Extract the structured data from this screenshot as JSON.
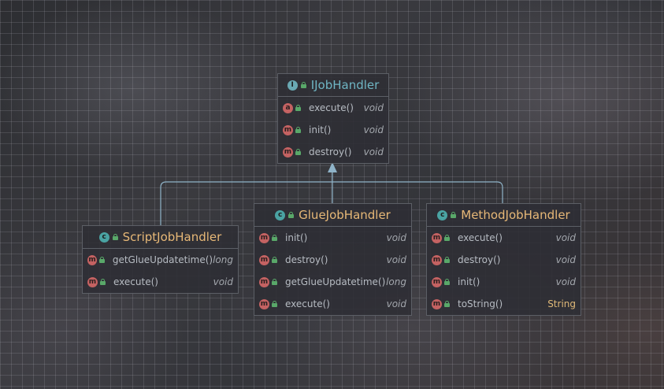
{
  "diagram": {
    "interface": {
      "name": "IJobHandler",
      "badge": "I",
      "methods": [
        {
          "badge": "a",
          "name": "execute()",
          "type": "void"
        },
        {
          "badge": "m",
          "name": "init()",
          "type": "void"
        },
        {
          "badge": "m",
          "name": "destroy()",
          "type": "void"
        }
      ]
    },
    "classes": [
      {
        "name": "ScriptJobHandler",
        "badge": "c",
        "methods": [
          {
            "badge": "m",
            "name": "getGlueUpdatetime()",
            "type": "long"
          },
          {
            "badge": "m",
            "name": "execute()",
            "type": "void"
          }
        ]
      },
      {
        "name": "GlueJobHandler",
        "badge": "c",
        "methods": [
          {
            "badge": "m",
            "name": "init()",
            "type": "void"
          },
          {
            "badge": "m",
            "name": "destroy()",
            "type": "void"
          },
          {
            "badge": "m",
            "name": "getGlueUpdatetime()",
            "type": "long"
          },
          {
            "badge": "m",
            "name": "execute()",
            "type": "void"
          }
        ]
      },
      {
        "name": "MethodJobHandler",
        "badge": "c",
        "methods": [
          {
            "badge": "m",
            "name": "execute()",
            "type": "void"
          },
          {
            "badge": "m",
            "name": "destroy()",
            "type": "void"
          },
          {
            "badge": "m",
            "name": "init()",
            "type": "void"
          },
          {
            "badge": "m",
            "name": "toString()",
            "type": "String"
          }
        ]
      }
    ],
    "colors": {
      "edge": "#8fb3c8",
      "interface_title": "#6fb6c4",
      "class_title": "#e7b877",
      "method_badge": "#c46262"
    }
  }
}
